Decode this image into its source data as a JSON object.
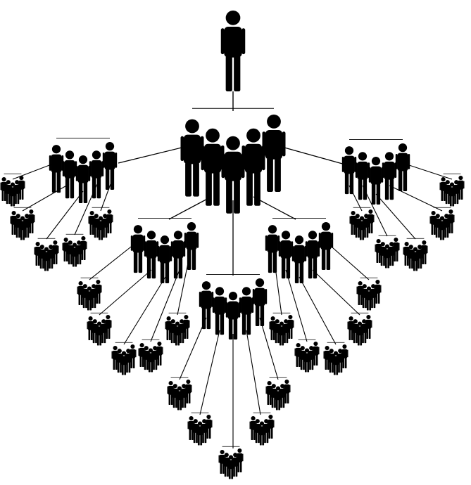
{
  "diagram": {
    "kind": "hierarchy-tree",
    "icon": "person-icon",
    "colors": {
      "figure": "#000000",
      "line": "#000000",
      "background": "#ffffff"
    },
    "levels": [
      {
        "level": 0,
        "label": "",
        "nodes": 1,
        "figures_per_node": 1
      },
      {
        "level": 1,
        "label": "",
        "nodes": 1,
        "figures_per_node": 5
      },
      {
        "level": 2,
        "label": "",
        "nodes": 5,
        "figures_per_node": 5
      },
      {
        "level": 3,
        "label": "",
        "nodes": 25,
        "figures_per_node": 5
      }
    ]
  }
}
